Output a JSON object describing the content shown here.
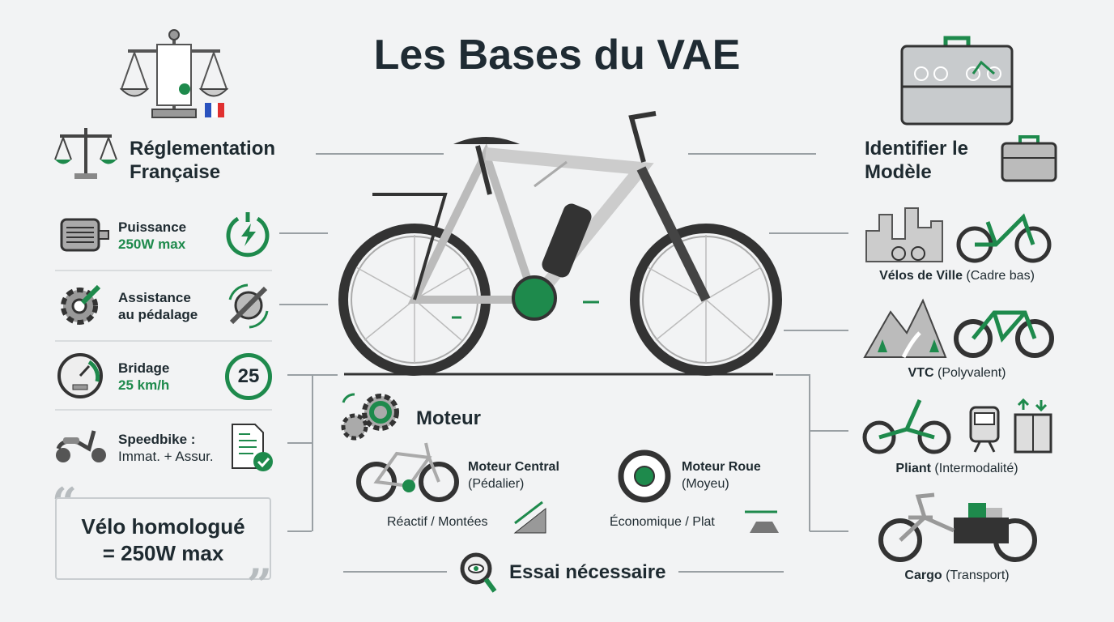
{
  "title": "Les Bases du VAE",
  "left": {
    "heading_line1": "Réglementation",
    "heading_line2": "Française",
    "rows": [
      {
        "title": "Puissance",
        "value": "250W max",
        "icon": "motor-icon",
        "badge": "power-bolt-icon"
      },
      {
        "title": "Assistance",
        "value": "au pédalage",
        "icon": "gear-wrench-icon",
        "badge": "crank-rotation-icon"
      },
      {
        "title": "Bridage",
        "value": "25 km/h",
        "icon": "speedometer-icon",
        "badge": "speed-limit-icon",
        "badge_text": "25"
      },
      {
        "title": "Speedbike :",
        "value": "Immat. + Assur.",
        "icon": "scooter-icon",
        "badge": "document-check-icon"
      }
    ],
    "quote_line1": "Vélo homologué",
    "quote_line2": "= 250W max"
  },
  "center": {
    "motor_heading": "Moteur",
    "central": {
      "title": "Moteur Central",
      "sub": "(Pédalier)",
      "note": "Réactif / Montées"
    },
    "hub": {
      "title": "Moteur Roue",
      "sub": "(Moyeu)",
      "note": "Économique / Plat"
    },
    "test": "Essai nécessaire"
  },
  "right": {
    "heading_line1": "Identifier le",
    "heading_line2": "Modèle",
    "types": [
      {
        "name": "Vélos de Ville",
        "detail": "(Cadre bas)"
      },
      {
        "name": "VTC",
        "detail": "(Polyvalent)"
      },
      {
        "name": "Pliant",
        "detail": "(Intermodalité)"
      },
      {
        "name": "Cargo",
        "detail": "(Transport)"
      }
    ]
  },
  "colors": {
    "accent": "#1e8a4c",
    "dark": "#1f2b33",
    "grey": "#9aa0a4"
  }
}
